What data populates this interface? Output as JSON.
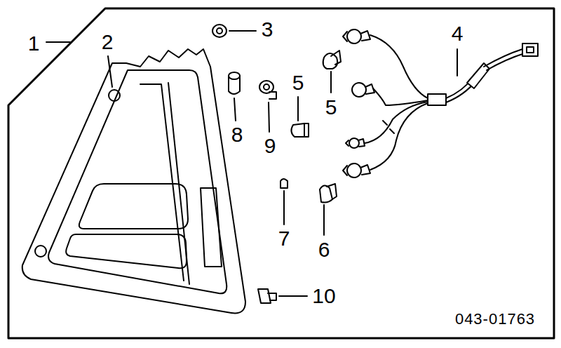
{
  "diagram": {
    "labels": [
      "1",
      "2",
      "3",
      "4",
      "5",
      "5",
      "8",
      "9",
      "7",
      "6",
      "10",
      "043-01763"
    ]
  }
}
